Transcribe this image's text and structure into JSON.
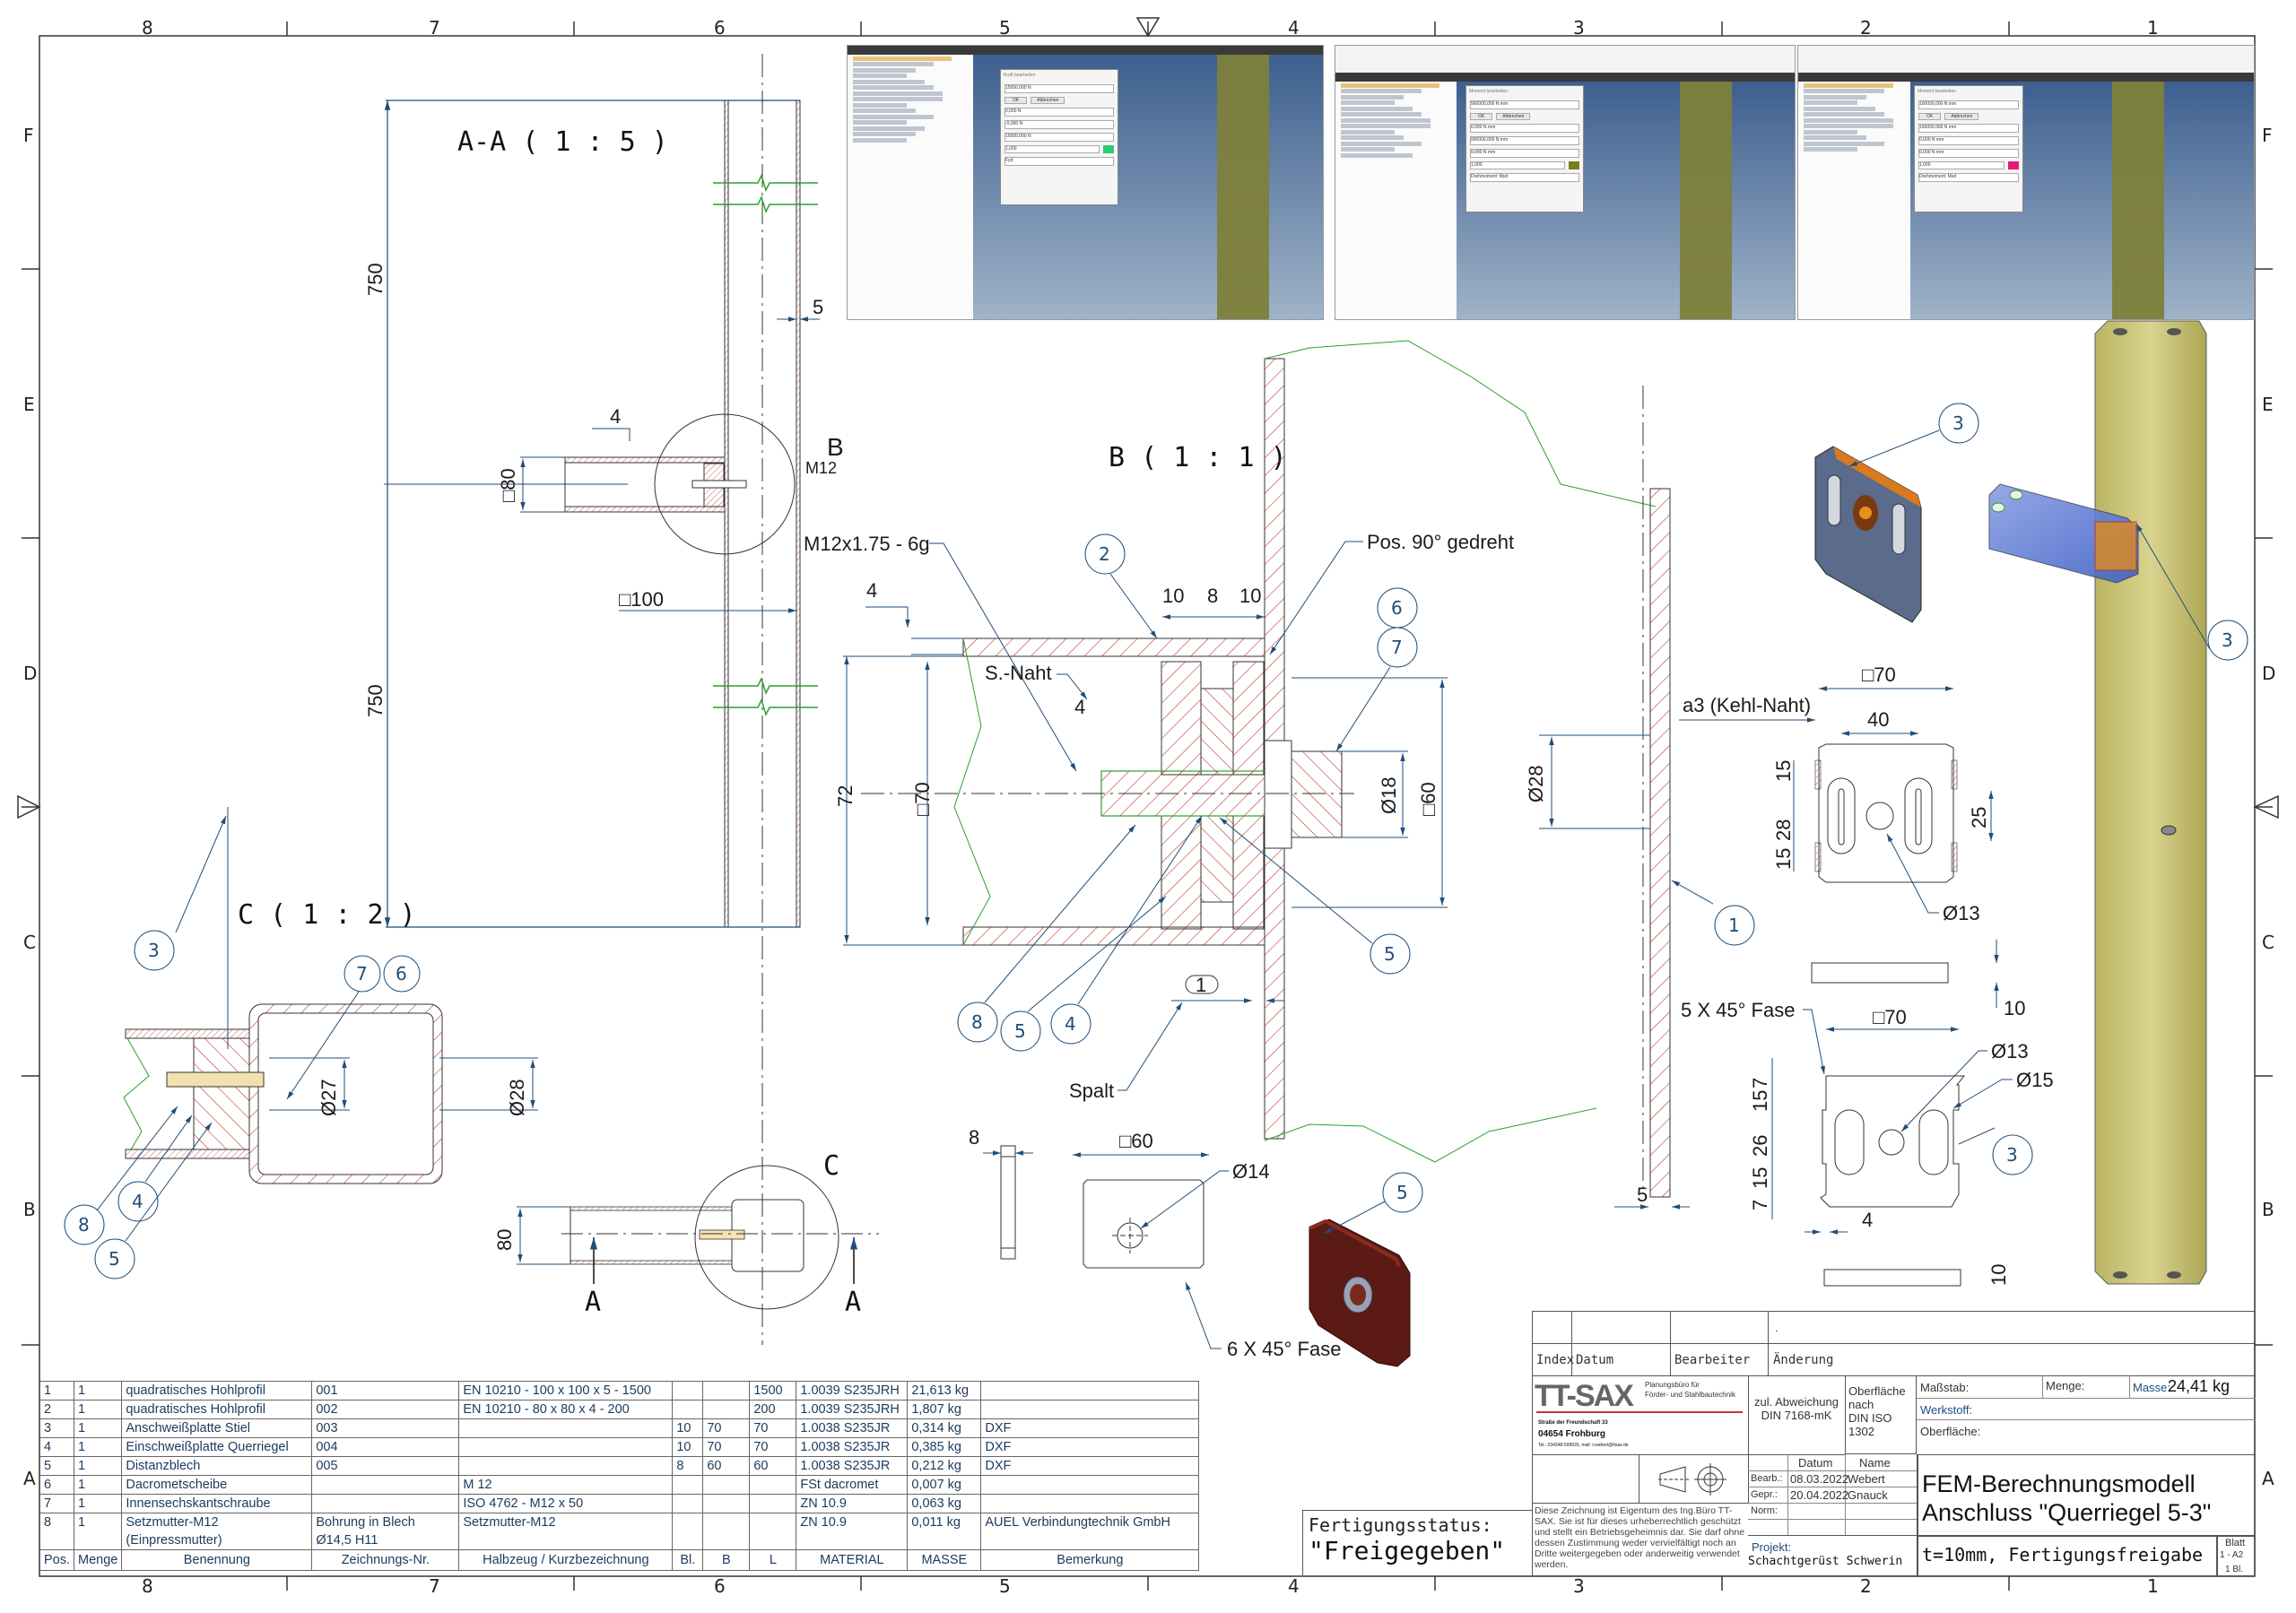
{
  "sheet": {
    "column_labels": [
      "8",
      "7",
      "6",
      "5",
      "4",
      "3",
      "2",
      "1"
    ],
    "row_labels": [
      "F",
      "E",
      "D",
      "C",
      "B",
      "A"
    ]
  },
  "views": {
    "section_aa": {
      "title": "A-A ( 1 : 5 )",
      "dims": {
        "height_upper": "750",
        "height_lower": "750",
        "wall": "5",
        "profile": "□100",
        "riegel": "□80",
        "riegel_wall": "4"
      },
      "detail_label": "B",
      "thread_label": "M12"
    },
    "detail_b": {
      "title": "B ( 1 : 1 )",
      "thread": "M12x1.75 - 6g",
      "rotated_note": "Pos. 90° gedreht",
      "seam": "S.-Naht",
      "seam_dim": "4",
      "wall_dim": "4",
      "stack_dims": [
        "10",
        "8",
        "10"
      ],
      "height_72": "72",
      "sq70": "□70",
      "dia18": "Ø18",
      "sq60": "□60",
      "gap_label": "Spalt",
      "gap_value": "1",
      "dia28": "Ø28",
      "wall5": "5"
    },
    "detail_c": {
      "title": "C ( 1 : 2 )",
      "dia27": "Ø27",
      "dia28": "Ø28"
    },
    "small_view": {
      "height": "80",
      "section_letter": "A",
      "detail_label": "C"
    },
    "plate_3": {
      "sq70": "□70",
      "dim40": "40",
      "weld": "a3 (Kehl-Naht)",
      "dims_v": [
        "15",
        "28",
        "15"
      ],
      "dim25": "25",
      "hole": "Ø13",
      "thickness": "10"
    },
    "plate_4": {
      "chamfer": "5 X 45° Fase",
      "sq70": "□70",
      "hole13": "Ø13",
      "hole15": "Ø15",
      "dims_v": [
        "7",
        "15",
        "26",
        "15",
        "7"
      ],
      "dim4": "4",
      "thickness": "10"
    },
    "plate_5": {
      "thickness": "8",
      "sq60": "□60",
      "hole": "Ø14",
      "chamfer": "6 X 45° Fase"
    }
  },
  "balloons": [
    "1",
    "2",
    "3",
    "4",
    "5",
    "6",
    "7",
    "8"
  ],
  "cad_screenshots": [
    {
      "dialog_title": "Kraft bearbeiten",
      "field_size": "15000,000 N",
      "ok": "OK",
      "cancel": "Abbrechen",
      "fx": "0,000 N",
      "fy": "-0,000 N",
      "fz": "15000,000 N",
      "scale": "1,000",
      "name": "Fyd",
      "swatch": "#2ecc71"
    },
    {
      "dialog_title": "Moment bearbeiten",
      "field_size": "900000,000 N mm",
      "ok": "OK",
      "cancel": "Abbrechen",
      "fx": "0,000 N mm",
      "fy": "900000,000 N mm",
      "fz": "0,000 N mm",
      "scale": "1,000",
      "name": "Drehmoment: Myd",
      "swatch": "#7a7d1e"
    },
    {
      "dialog_title": "Moment bearbeiten",
      "field_size": "100000,000 N mm",
      "ok": "OK",
      "cancel": "Abbrechen",
      "fx": "100000,000 N mm",
      "fy": "0,000 N mm",
      "fz": "0,000 N mm",
      "scale": "1,000",
      "name": "Drehmoment: Mxd",
      "swatch": "#e8177a"
    }
  ],
  "bom": {
    "headers": [
      "Pos.",
      "Menge",
      "Benennung",
      "Zeichnungs-Nr.",
      "Halbzeug / Kurzbezeichnung",
      "Bl.",
      "B",
      "L",
      "MATERIAL",
      "MASSE",
      "Bemerkung"
    ],
    "rows": [
      [
        "1",
        "1",
        "quadratisches Hohlprofil",
        "001",
        "EN 10210 - 100 x 100 x 5 - 1500",
        "",
        "",
        "1500",
        "1.0039 S235JRH",
        "21,613 kg",
        ""
      ],
      [
        "2",
        "1",
        "quadratisches Hohlprofil",
        "002",
        "EN 10210 - 80 x 80 x 4 - 200",
        "",
        "",
        "200",
        "1.0039 S235JRH",
        "1,807 kg",
        ""
      ],
      [
        "3",
        "1",
        "Anschweißplatte Stiel",
        "003",
        "",
        "10",
        "70",
        "70",
        "1.0038 S235JR",
        "0,314 kg",
        "DXF"
      ],
      [
        "4",
        "1",
        "Einschweißplatte Querriegel",
        "004",
        "",
        "10",
        "70",
        "70",
        "1.0038 S235JR",
        "0,385 kg",
        "DXF"
      ],
      [
        "5",
        "1",
        "Distanzblech",
        "005",
        "",
        "8",
        "60",
        "60",
        "1.0038 S235JR",
        "0,212 kg",
        "DXF"
      ],
      [
        "6",
        "1",
        "Dacrometscheibe",
        "",
        "M 12",
        "",
        "",
        "",
        "FSt dacromet",
        "0,007 kg",
        ""
      ],
      [
        "7",
        "1",
        "Innensechskantschraube",
        "",
        "ISO 4762 - M12 x 50",
        "",
        "",
        "",
        "ZN 10.9",
        "0,063 kg",
        ""
      ],
      [
        "8",
        "1",
        "Setzmutter-M12",
        "Bohrung in Blech",
        "Setzmutter-M12",
        "",
        "",
        "",
        "ZN 10.9",
        "0,011 kg",
        "AUEL Verbindungtechnik GmbH"
      ],
      [
        "",
        "",
        "(Einpressmutter)",
        "Ø14,5 H11",
        "",
        "",
        "",
        "",
        "",
        "",
        ""
      ]
    ]
  },
  "status": {
    "label": "Fertigungsstatus:",
    "value": "\"Freigegeben\""
  },
  "title_block": {
    "revision_headers": {
      "index": "Index",
      "date": "Datum",
      "editor": "Bearbeiter",
      "change": "Änderung"
    },
    "revision_row_mark": ".",
    "company": {
      "logo": "TT-SAX",
      "tagline1": "Planungsbüro für",
      "tagline2": "Förder- und Stahlbautechnik",
      "street": "Straße der Freundschaft 33",
      "city": "04654 Frohburg",
      "contact": "Tel.: 034348-599935, mail: t.webert@ttsax.de"
    },
    "tolerance": {
      "label": "zul. Abweichung",
      "value": "DIN 7168-mK"
    },
    "surface": {
      "label1": "Oberfläche",
      "label2": "nach",
      "value": "DIN ISO 1302"
    },
    "scale_label": "Maßstab:",
    "qty_label": "Menge:",
    "mass_label": "Masse:",
    "mass_value": "24,41 kg",
    "material_label": "Werkstoff:",
    "surface_label": "Oberfläche:",
    "sign_headers": {
      "date": "Datum",
      "name": "Name"
    },
    "sign_rows": [
      {
        "role": "Bearb.:",
        "date": "08.03.2022",
        "name": "Webert"
      },
      {
        "role": "Gepr.:",
        "date": "20.04.2022",
        "name": "Gnauck"
      },
      {
        "role": "Norm:",
        "date": "",
        "name": ""
      }
    ],
    "title_line1": "FEM-Berechnungsmodell",
    "title_line2": "Anschluss \"Querriegel 5-3\"",
    "project_label": "Projekt:",
    "project_value": "Schachtgerüst Schwerin",
    "subtitle": "t=10mm, Fertigungsfreigabe",
    "sheet_label": "Blatt",
    "sheet_value": "1  -  A2",
    "sheet_count": "1  Bl.",
    "copyright": "Diese Zeichnung ist Eigentum des Ing.Büro TT-SAX. Sie ist für dieses urheberrechtlich geschützt und stellt ein Betriebsgeheimnis dar. Sie darf ohne dessen Zustimmung weder vervielfältigt noch an Dritte weitergegeben oder anderweitig verwendet werden."
  },
  "colors": {
    "line": "#1a1a1a",
    "dim": "#1f4e79",
    "hatch": "#c0392b",
    "break": "#2ca02c",
    "beam": "#c9c26a",
    "riegel": "#4a6fd1",
    "plate3": "#d97a1e",
    "plate5": "#7a1f1a"
  }
}
